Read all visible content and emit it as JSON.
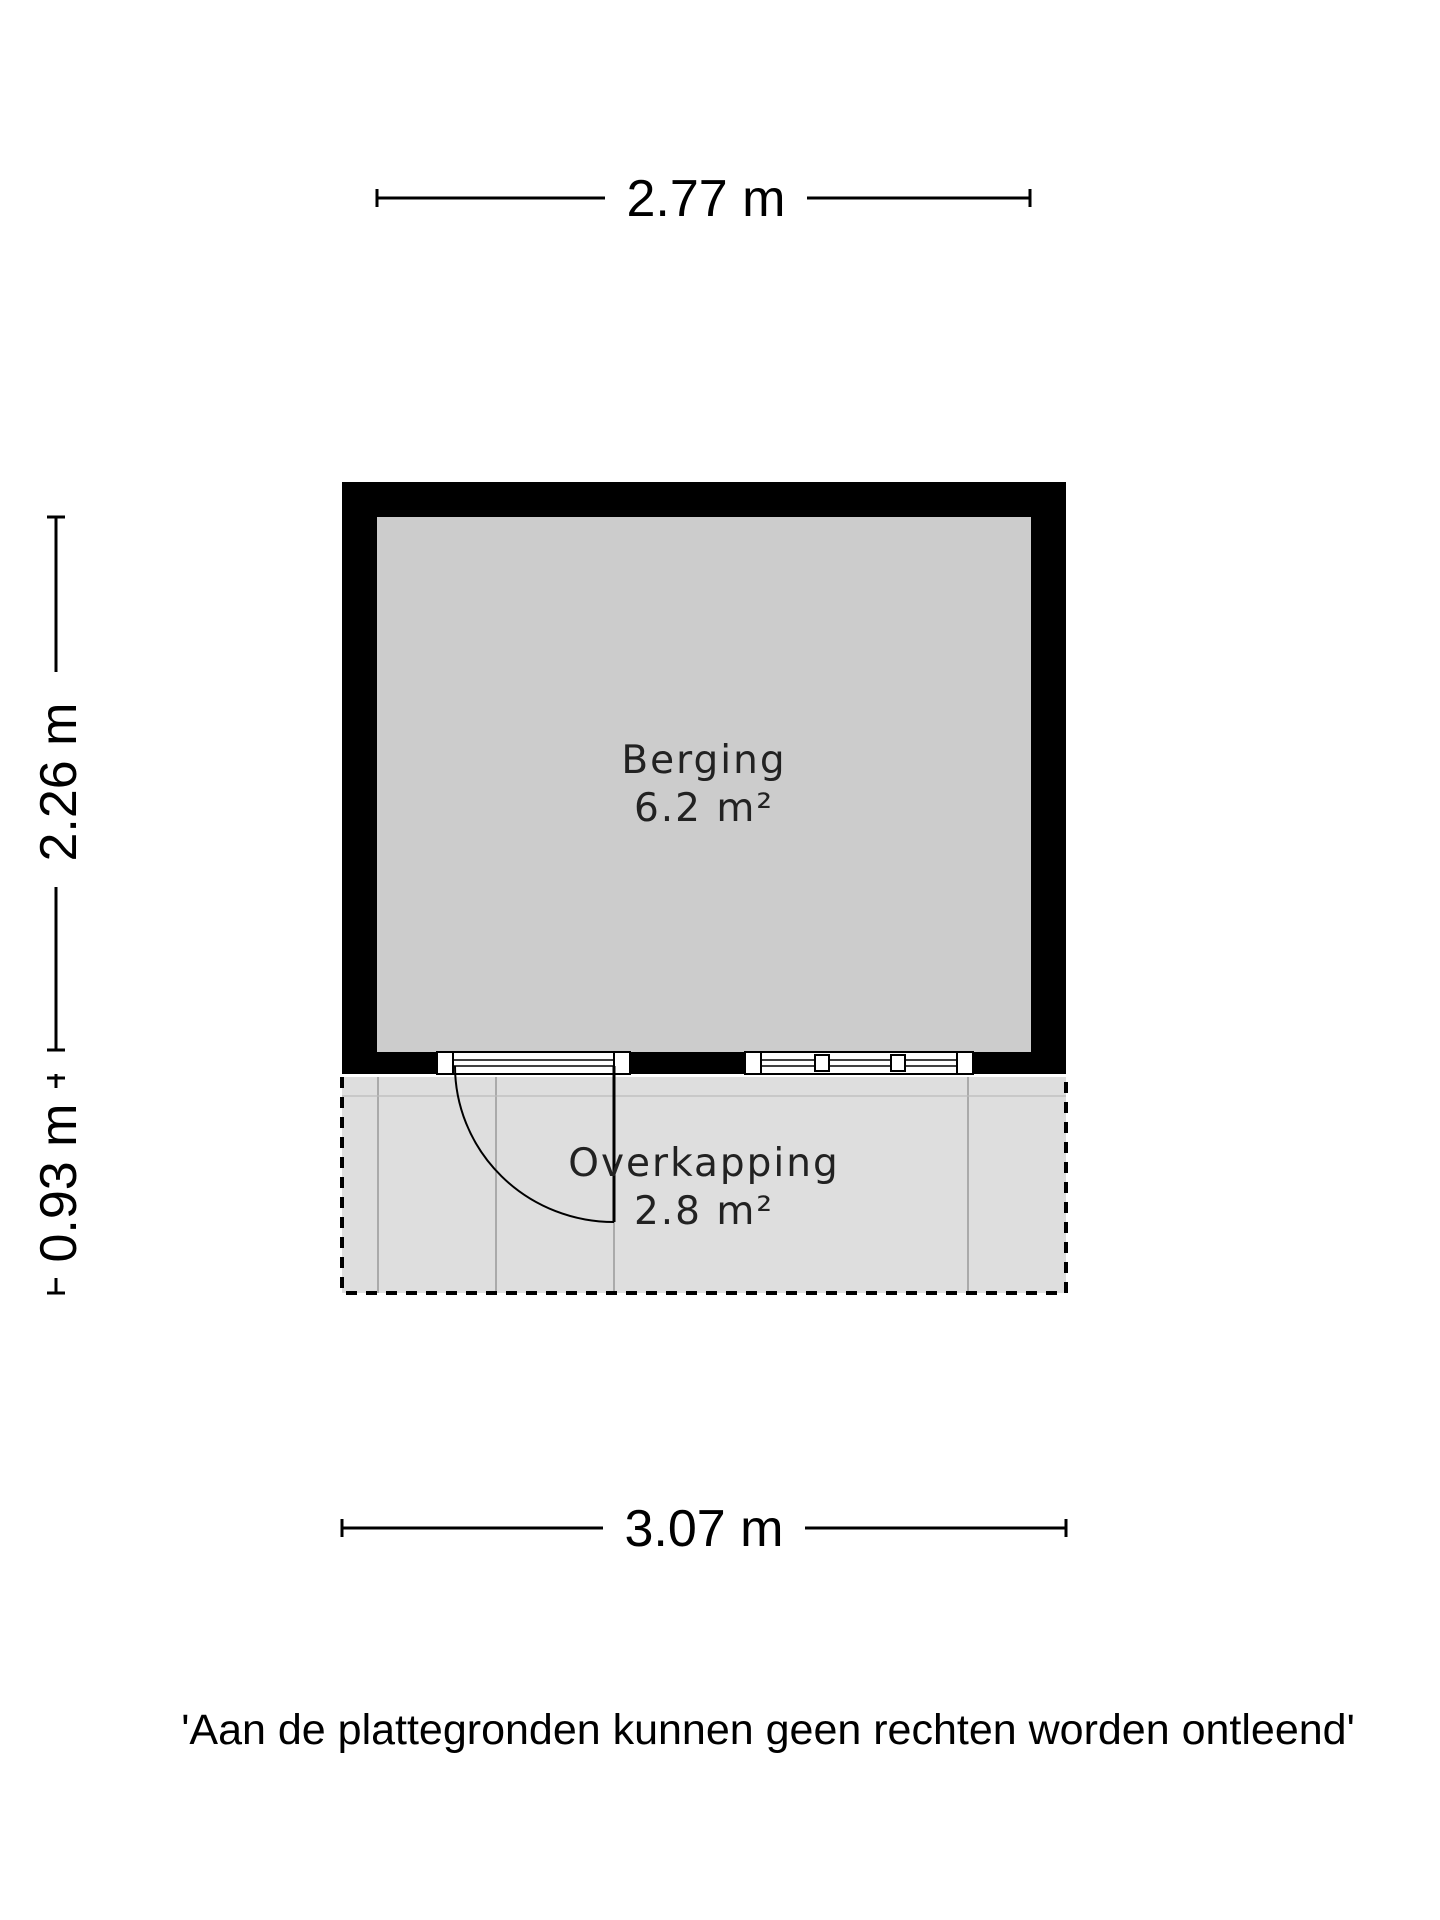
{
  "dimensions": {
    "top_width": "2.77 m",
    "bottom_width": "3.07 m",
    "left_upper": "2.26 m",
    "left_lower": "0.93 m"
  },
  "rooms": {
    "berging": {
      "name": "Berging",
      "area": "6.2 m²"
    },
    "overkapping": {
      "name": "Overkapping",
      "area": "2.8 m²"
    }
  },
  "disclaimer": "'Aan de plattegronden kunnen geen rechten worden ontleend'",
  "colors": {
    "wall": "#000000",
    "berging_floor": "#cccccc",
    "overkapping_floor": "#dedede",
    "background": "#ffffff"
  }
}
